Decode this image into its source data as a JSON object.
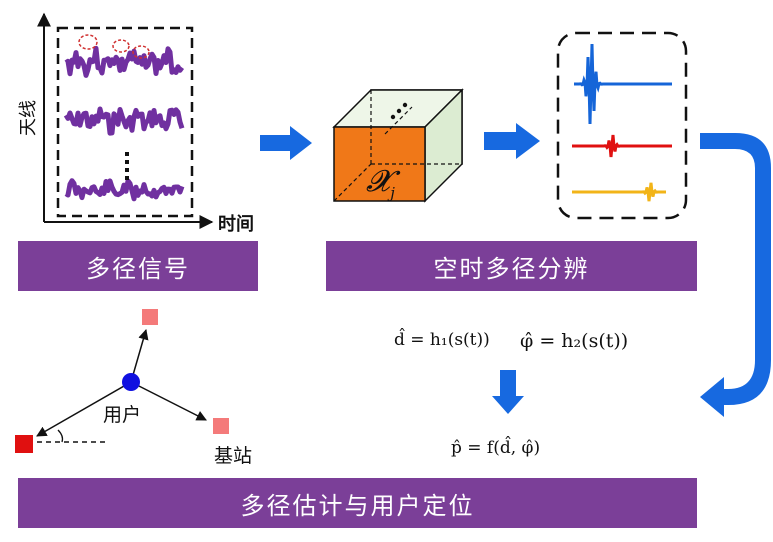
{
  "labels": {
    "antenna_axis": "天线",
    "time_axis": "时间",
    "user": "用户",
    "base_station": "基站",
    "cube_var": "𝓧",
    "cube_sub": "j"
  },
  "banners": {
    "multipath_signal": "多径信号",
    "space_time_resolution": "空时多径分辨",
    "estimation_localization": "多径估计与用户定位"
  },
  "formulas": {
    "d_est": "d̂ = h₁(s(t))",
    "phi_est": "φ̂ = h₂(s(t))",
    "p_est": "p̂ = f(d̂, φ̂)"
  },
  "colors": {
    "banner": "#7b3f98",
    "arrow": "#1769e0",
    "signal": "#7030a0",
    "cube_front": "#f07818",
    "cube_back": "#e8f4e0",
    "path_blue": "#1565d8",
    "path_red": "#e01010",
    "path_yellow": "#f2b418",
    "node_blue": "#1010e0",
    "node_pink": "#f47a7a",
    "node_red": "#e01010"
  }
}
